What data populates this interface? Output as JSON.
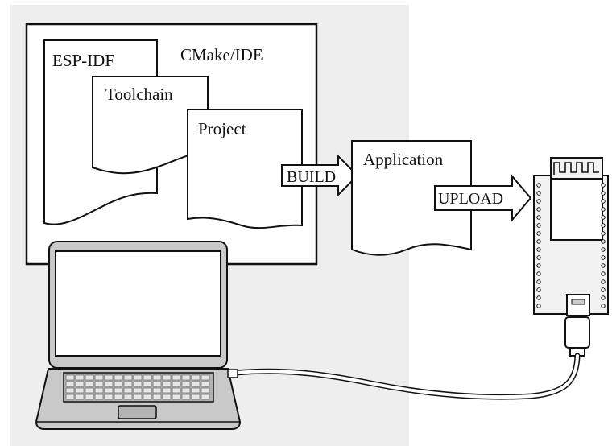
{
  "diagram": {
    "frame_label": "CMake/IDE",
    "documents": [
      {
        "id": "esp-idf",
        "label": "ESP-IDF"
      },
      {
        "id": "toolchain",
        "label": "Toolchain"
      },
      {
        "id": "project",
        "label": "Project"
      },
      {
        "id": "application",
        "label": "Application"
      }
    ],
    "arrows": {
      "build": "BUILD",
      "upload": "UPLOAD"
    },
    "icons": {
      "computer": "laptop-icon",
      "board": "esp32-board-icon",
      "cable": "usb-cable-icon"
    },
    "colors": {
      "panel_background": "#eeeeee",
      "stroke": "#111111",
      "laptop_body": "#c9c9c9",
      "laptop_screen": "#ffffff",
      "keyboard": "#b3b3b3"
    }
  }
}
